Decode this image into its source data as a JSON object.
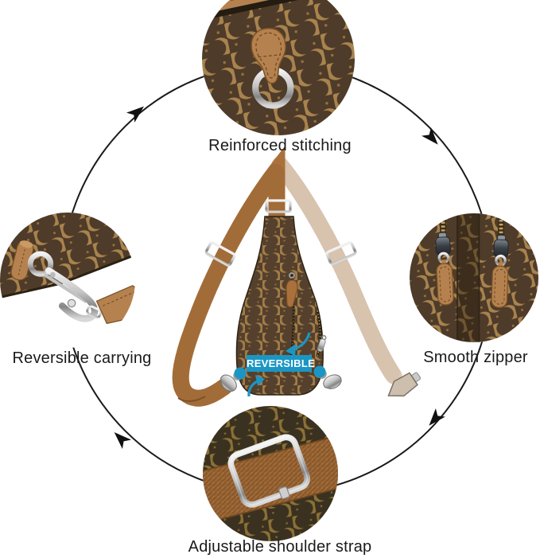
{
  "badge": {
    "label": "REVERSIBLE"
  },
  "features": [
    {
      "id": "reinforced-stitching",
      "label": "Reinforced stitching",
      "position": "top"
    },
    {
      "id": "smooth-zipper",
      "label": "Smooth zipper",
      "position": "right"
    },
    {
      "id": "reversible-carrying",
      "label": "Reversible carrying",
      "position": "left"
    },
    {
      "id": "adjustable-shoulder-strap",
      "label": "Adjustable shoulder strap",
      "position": "bottom"
    }
  ],
  "icons": {
    "cycle_arrows": "clockwise-rotation-arrowheads",
    "flip_arrows": "teal-curved-flip-arrows",
    "hardware": [
      "d-ring",
      "zipper-pull",
      "snap-hook",
      "slider-buckle"
    ]
  },
  "colors": {
    "background": "#ffffff",
    "accent_teal": "#1b96c4",
    "text": "#1a1a1a",
    "line_black": "#1a1a1a",
    "monogram_base": "#4e3b29",
    "monogram_motif": "#a8834e",
    "monogram_dark_base": "#3b3120",
    "strap_brown": "#aa713c",
    "strap_beige": "#ddc8b5",
    "leather_tan": "#b5824f",
    "metal_silver": "#c4c4c4"
  }
}
